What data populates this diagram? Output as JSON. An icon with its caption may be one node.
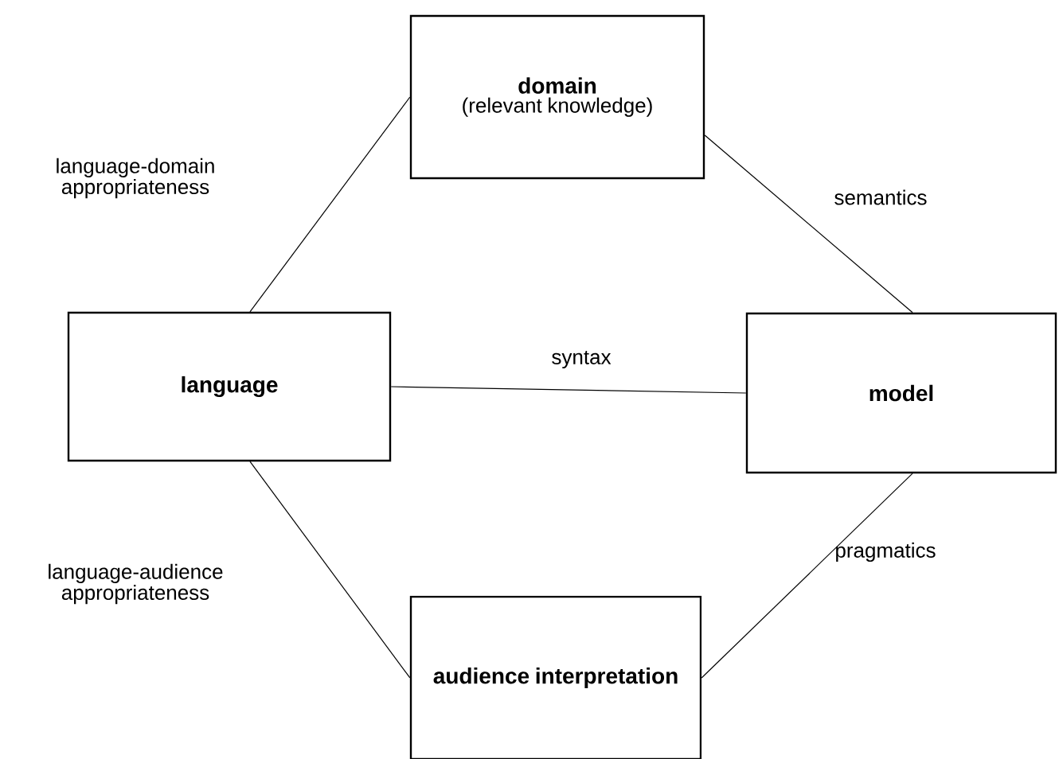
{
  "diagram": {
    "nodes": [
      {
        "text": [
          "domain",
          "(relevant knowledge)"
        ]
      },
      {
        "text": [
          "language"
        ]
      },
      {
        "text": [
          "model"
        ]
      },
      {
        "text": [
          "audience interpretation"
        ]
      }
    ],
    "edges": [
      {
        "from": 1,
        "to": 0,
        "arrow": "none",
        "label": "language-domain appropriateness"
      },
      {
        "from": 0,
        "to": 2,
        "arrow": "none",
        "label": "semantics"
      },
      {
        "from": 1,
        "to": 2,
        "arrow": "none",
        "label": "syntax"
      },
      {
        "from": 1,
        "to": 3,
        "arrow": "none",
        "label": "language-audience appropriateness"
      },
      {
        "from": 2,
        "to": 3,
        "arrow": "none",
        "label": "pragmatics"
      }
    ]
  }
}
